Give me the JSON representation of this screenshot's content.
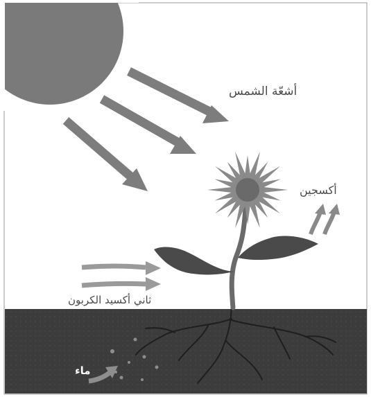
{
  "diagram": {
    "labels": {
      "sun_rays": "أشعّة الشمس",
      "oxygen": "أكسجين",
      "carbon_dioxide": "ثاني أكسيد الكربون",
      "water": "ماء"
    },
    "colors": {
      "sun": "#7a7a7a",
      "arrows": "#7d7d7d",
      "soil": "#3c3c3c",
      "leaves": "#4a4a4a",
      "petals": "#8a8a8a",
      "flower_center": "#6a6a6a",
      "co2_arrows": "#9a9a9a",
      "water_arrow": "#8e8e8e",
      "roots": "#1e1e1e",
      "frame": "#9a9a9a"
    }
  }
}
